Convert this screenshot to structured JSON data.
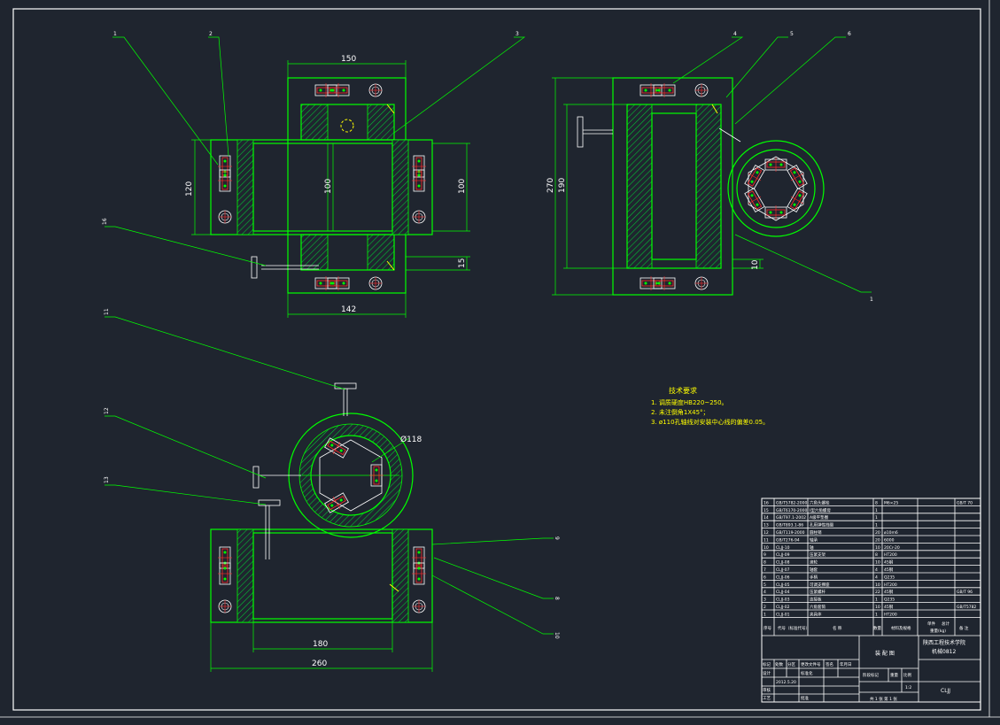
{
  "drawing": {
    "top_view": {
      "dimensions": [
        "150",
        "120",
        "100",
        "100",
        "15",
        "142"
      ],
      "balloons": [
        "1",
        "2",
        "3",
        "16"
      ]
    },
    "side_view": {
      "dimensions": [
        "270",
        "190",
        "10"
      ],
      "balloons": [
        "4",
        "5",
        "6",
        "1"
      ]
    },
    "bottom_view": {
      "dimensions": [
        "Ø118",
        "180",
        "260"
      ],
      "balloons": [
        "11",
        "12",
        "13",
        "9",
        "8",
        "10"
      ]
    },
    "technical_requirements": {
      "title": "技术要求",
      "lines": [
        "1. 调质硬度HB220~250。",
        "2. 未注倒角1X45°；",
        "3. ø110孔轴线对安装中心线的偏差0.05。"
      ]
    },
    "title_block": {
      "parts": [
        {
          "no": "16",
          "code": "GB/T5782-2000",
          "name": "六角头螺栓",
          "qty": "8",
          "material": "M6×25",
          "note": "GB/T 70"
        },
        {
          "no": "15",
          "code": "GB/T6170-2000",
          "name": "I型六角螺母",
          "qty": "1",
          "material": "",
          "note": ""
        },
        {
          "no": "14",
          "code": "GB/T97.1-2002",
          "name": "A级平垫圈",
          "qty": "1",
          "material": "",
          "note": ""
        },
        {
          "no": "13",
          "code": "GB/T893.1-86",
          "name": "孔用弹性挡圈",
          "qty": "1",
          "material": "",
          "note": ""
        },
        {
          "no": "12",
          "code": "GB/T119-2000",
          "name": "圆柱销",
          "qty": "20",
          "material": "ø10m6",
          "note": ""
        },
        {
          "no": "11",
          "code": "GB/T276-94",
          "name": "轴承",
          "qty": "20",
          "material": "6000",
          "note": ""
        },
        {
          "no": "10",
          "code": "CLJJ-10",
          "name": "轴",
          "qty": "10",
          "material": "20Cr-20",
          "note": ""
        },
        {
          "no": "9",
          "code": "CLJJ-09",
          "name": "压紧支架",
          "qty": "8",
          "material": "HT200",
          "note": ""
        },
        {
          "no": "8",
          "code": "CLJJ-08",
          "name": "滚轮",
          "qty": "10",
          "material": "45钢",
          "note": ""
        },
        {
          "no": "7",
          "code": "CLJJ-07",
          "name": "轴套",
          "qty": "4",
          "material": "45钢",
          "note": ""
        },
        {
          "no": "6",
          "code": "CLJJ-06",
          "name": "手柄",
          "qty": "4",
          "material": "Q235",
          "note": ""
        },
        {
          "no": "5",
          "code": "CLJJ-05",
          "name": "可调支撑座",
          "qty": "10",
          "material": "HT200",
          "note": ""
        },
        {
          "no": "4",
          "code": "CLJJ-04",
          "name": "压紧螺杆",
          "qty": "22",
          "material": "45钢",
          "note": "GB/T 96"
        },
        {
          "no": "3",
          "code": "CLJJ-03",
          "name": "连接板",
          "qty": "1",
          "material": "Q235",
          "note": ""
        },
        {
          "no": "2",
          "code": "CLJJ-02",
          "name": "六角套筒",
          "qty": "10",
          "material": "45钢",
          "note": "GB/T5782"
        },
        {
          "no": "1",
          "code": "CLJJ-01",
          "name": "夹具体",
          "qty": "1",
          "material": "HT200",
          "note": ""
        }
      ],
      "header": {
        "no": "序号",
        "code": "代号（标准代号）",
        "name": "名 称",
        "qty": "数量",
        "material": "材料及规格",
        "unit": "单件",
        "total": "总计",
        "weight": "重量(kg)",
        "note": "备 注"
      },
      "school": "陕西工程技术学院",
      "class": "机械0812",
      "drawing_name": "装 配 图",
      "drawing_code": "CLJJ",
      "scale": "1:2",
      "sheet": "共 1 张  第 1 张",
      "rows": [
        "标记",
        "处数",
        "分区",
        "更改文件号",
        "签名",
        "年月日"
      ],
      "roles": [
        "设计",
        "审核",
        "工艺",
        "批准"
      ],
      "stage": "阶段标记",
      "weight_label": "重量",
      "scale_label": "比例",
      "standard": "标准化",
      "date": "2012.5.20"
    }
  }
}
